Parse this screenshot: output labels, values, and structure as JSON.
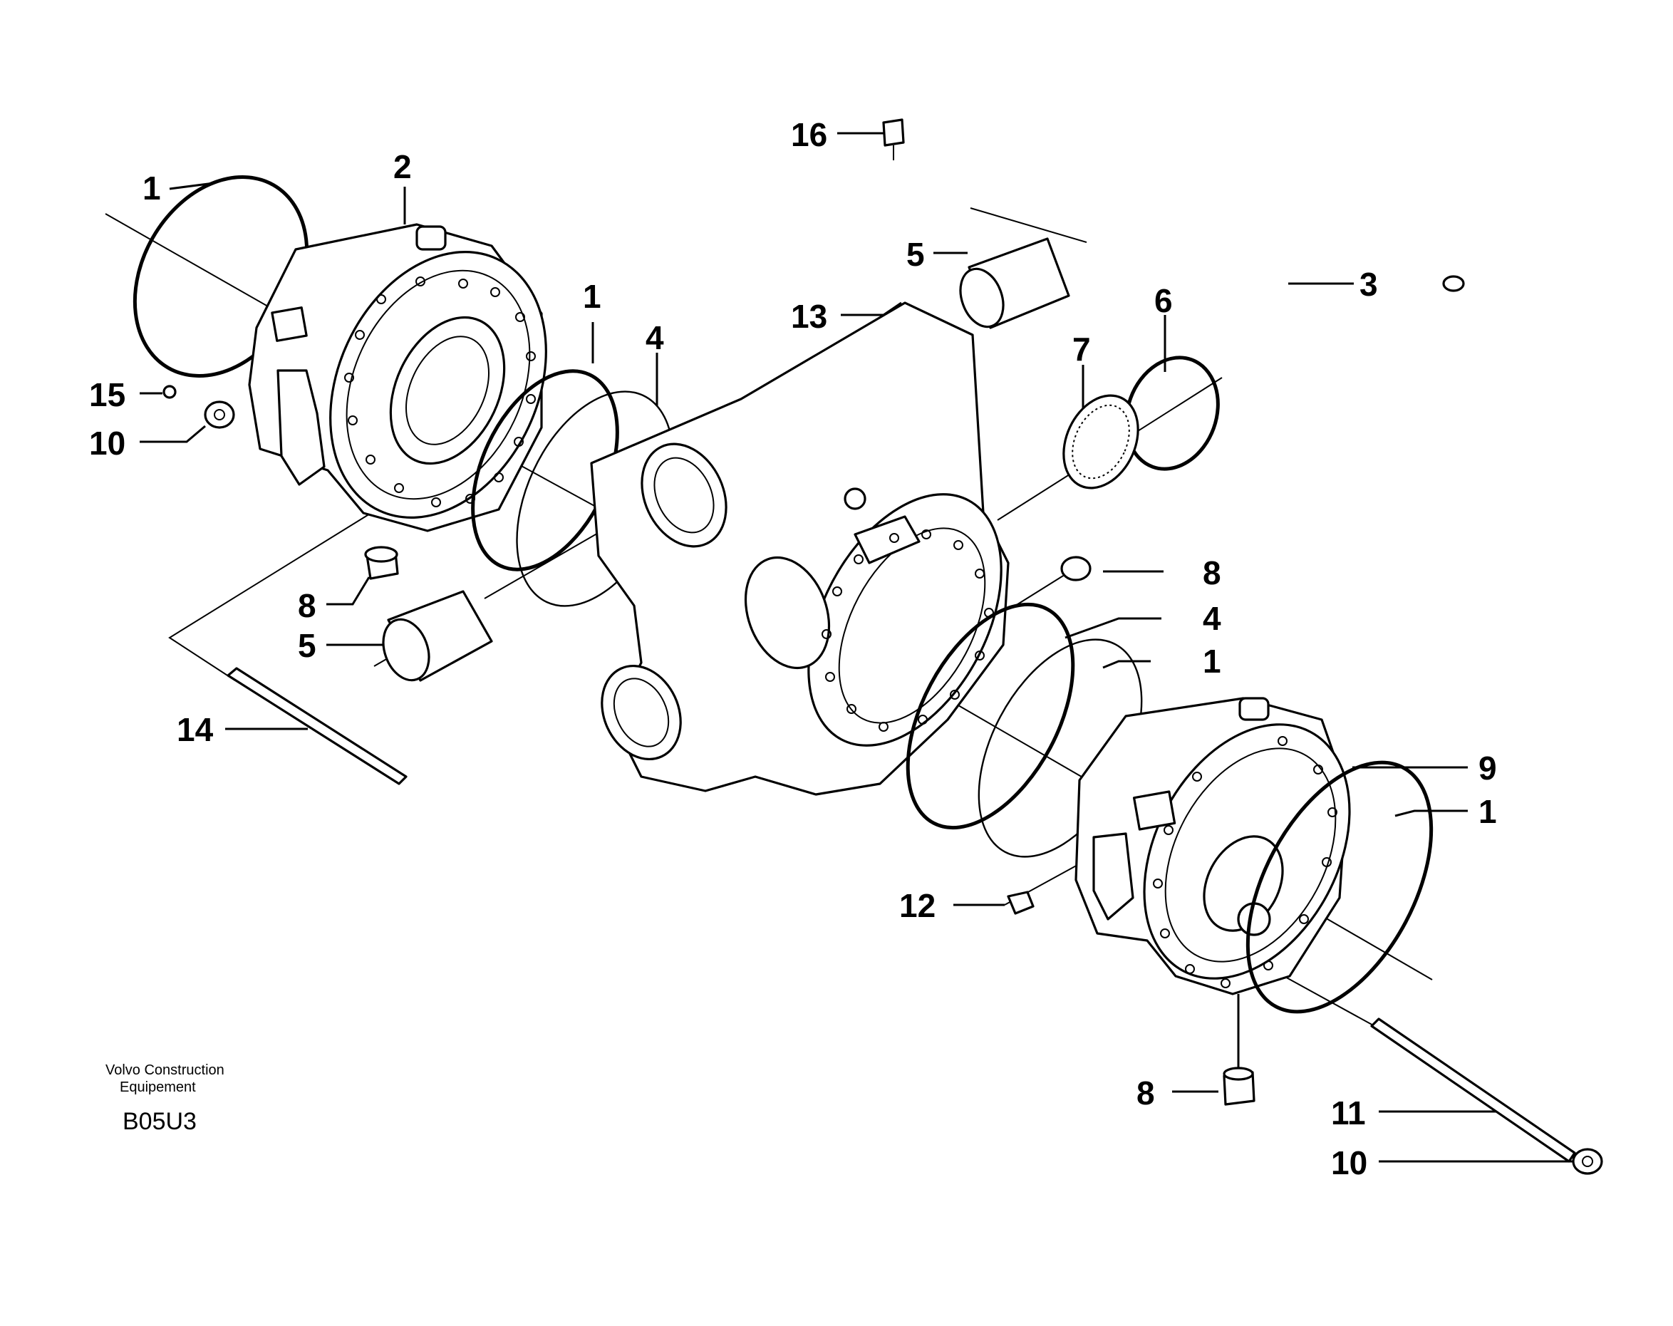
{
  "publisher": {
    "line1": "Volvo Construction",
    "line2": "Equipement",
    "code": "B05U3"
  },
  "callouts": [
    {
      "id": "c1a",
      "text": "1"
    },
    {
      "id": "c2",
      "text": "2"
    },
    {
      "id": "c15",
      "text": "15"
    },
    {
      "id": "c10a",
      "text": "10"
    },
    {
      "id": "c1b",
      "text": "1"
    },
    {
      "id": "c4a",
      "text": "4"
    },
    {
      "id": "c8a",
      "text": "8"
    },
    {
      "id": "c5a",
      "text": "5"
    },
    {
      "id": "c14",
      "text": "14"
    },
    {
      "id": "c16",
      "text": "16"
    },
    {
      "id": "c5b",
      "text": "5"
    },
    {
      "id": "c13",
      "text": "13"
    },
    {
      "id": "c3",
      "text": "3"
    },
    {
      "id": "c6",
      "text": "6"
    },
    {
      "id": "c7",
      "text": "7"
    },
    {
      "id": "c8b",
      "text": "8"
    },
    {
      "id": "c4b",
      "text": "4"
    },
    {
      "id": "c1c",
      "text": "1"
    },
    {
      "id": "c9",
      "text": "9"
    },
    {
      "id": "c1d",
      "text": "1"
    },
    {
      "id": "c12",
      "text": "12"
    },
    {
      "id": "c8c",
      "text": "8"
    },
    {
      "id": "c11",
      "text": "11"
    },
    {
      "id": "c10b",
      "text": "10"
    }
  ]
}
